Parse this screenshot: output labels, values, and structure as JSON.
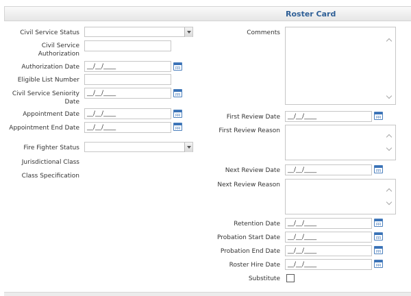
{
  "header": {
    "title": "Roster Card"
  },
  "left": {
    "civil_service_status": {
      "label": "Civil Service Status",
      "value": ""
    },
    "civil_service_authorization": {
      "label": "Civil Service Authorization",
      "value": ""
    },
    "authorization_date": {
      "label": "Authorization Date",
      "value": "__/__/____"
    },
    "eligible_list_number": {
      "label": "Eligible List Number",
      "value": ""
    },
    "civil_service_seniority_date": {
      "label": "Civil Service Seniority Date",
      "value": "__/__/____"
    },
    "appointment_date": {
      "label": "Appointment Date",
      "value": "__/__/____"
    },
    "appointment_end_date": {
      "label": "Appointment End Date",
      "value": "__/__/____"
    },
    "fire_fighter_status": {
      "label": "Fire Fighter Status",
      "value": ""
    },
    "jurisdictional_class": {
      "label": "Jurisdictional Class"
    },
    "class_specification": {
      "label": "Class Specification"
    }
  },
  "right": {
    "comments": {
      "label": "Comments",
      "value": ""
    },
    "first_review_date": {
      "label": "First Review Date",
      "value": "__/__/____"
    },
    "first_review_reason": {
      "label": "First Review Reason",
      "value": ""
    },
    "next_review_date": {
      "label": "Next Review Date",
      "value": "__/__/____"
    },
    "next_review_reason": {
      "label": "Next Review Reason",
      "value": ""
    },
    "retention_date": {
      "label": "Retention Date",
      "value": "__/__/____"
    },
    "probation_start_date": {
      "label": "Probation Start Date",
      "value": "__/__/____"
    },
    "probation_end_date": {
      "label": "Probation End Date",
      "value": "__/__/____"
    },
    "roster_hire_date": {
      "label": "Roster Hire Date",
      "value": "__/__/____"
    },
    "substitute": {
      "label": "Substitute",
      "checked": false
    }
  }
}
